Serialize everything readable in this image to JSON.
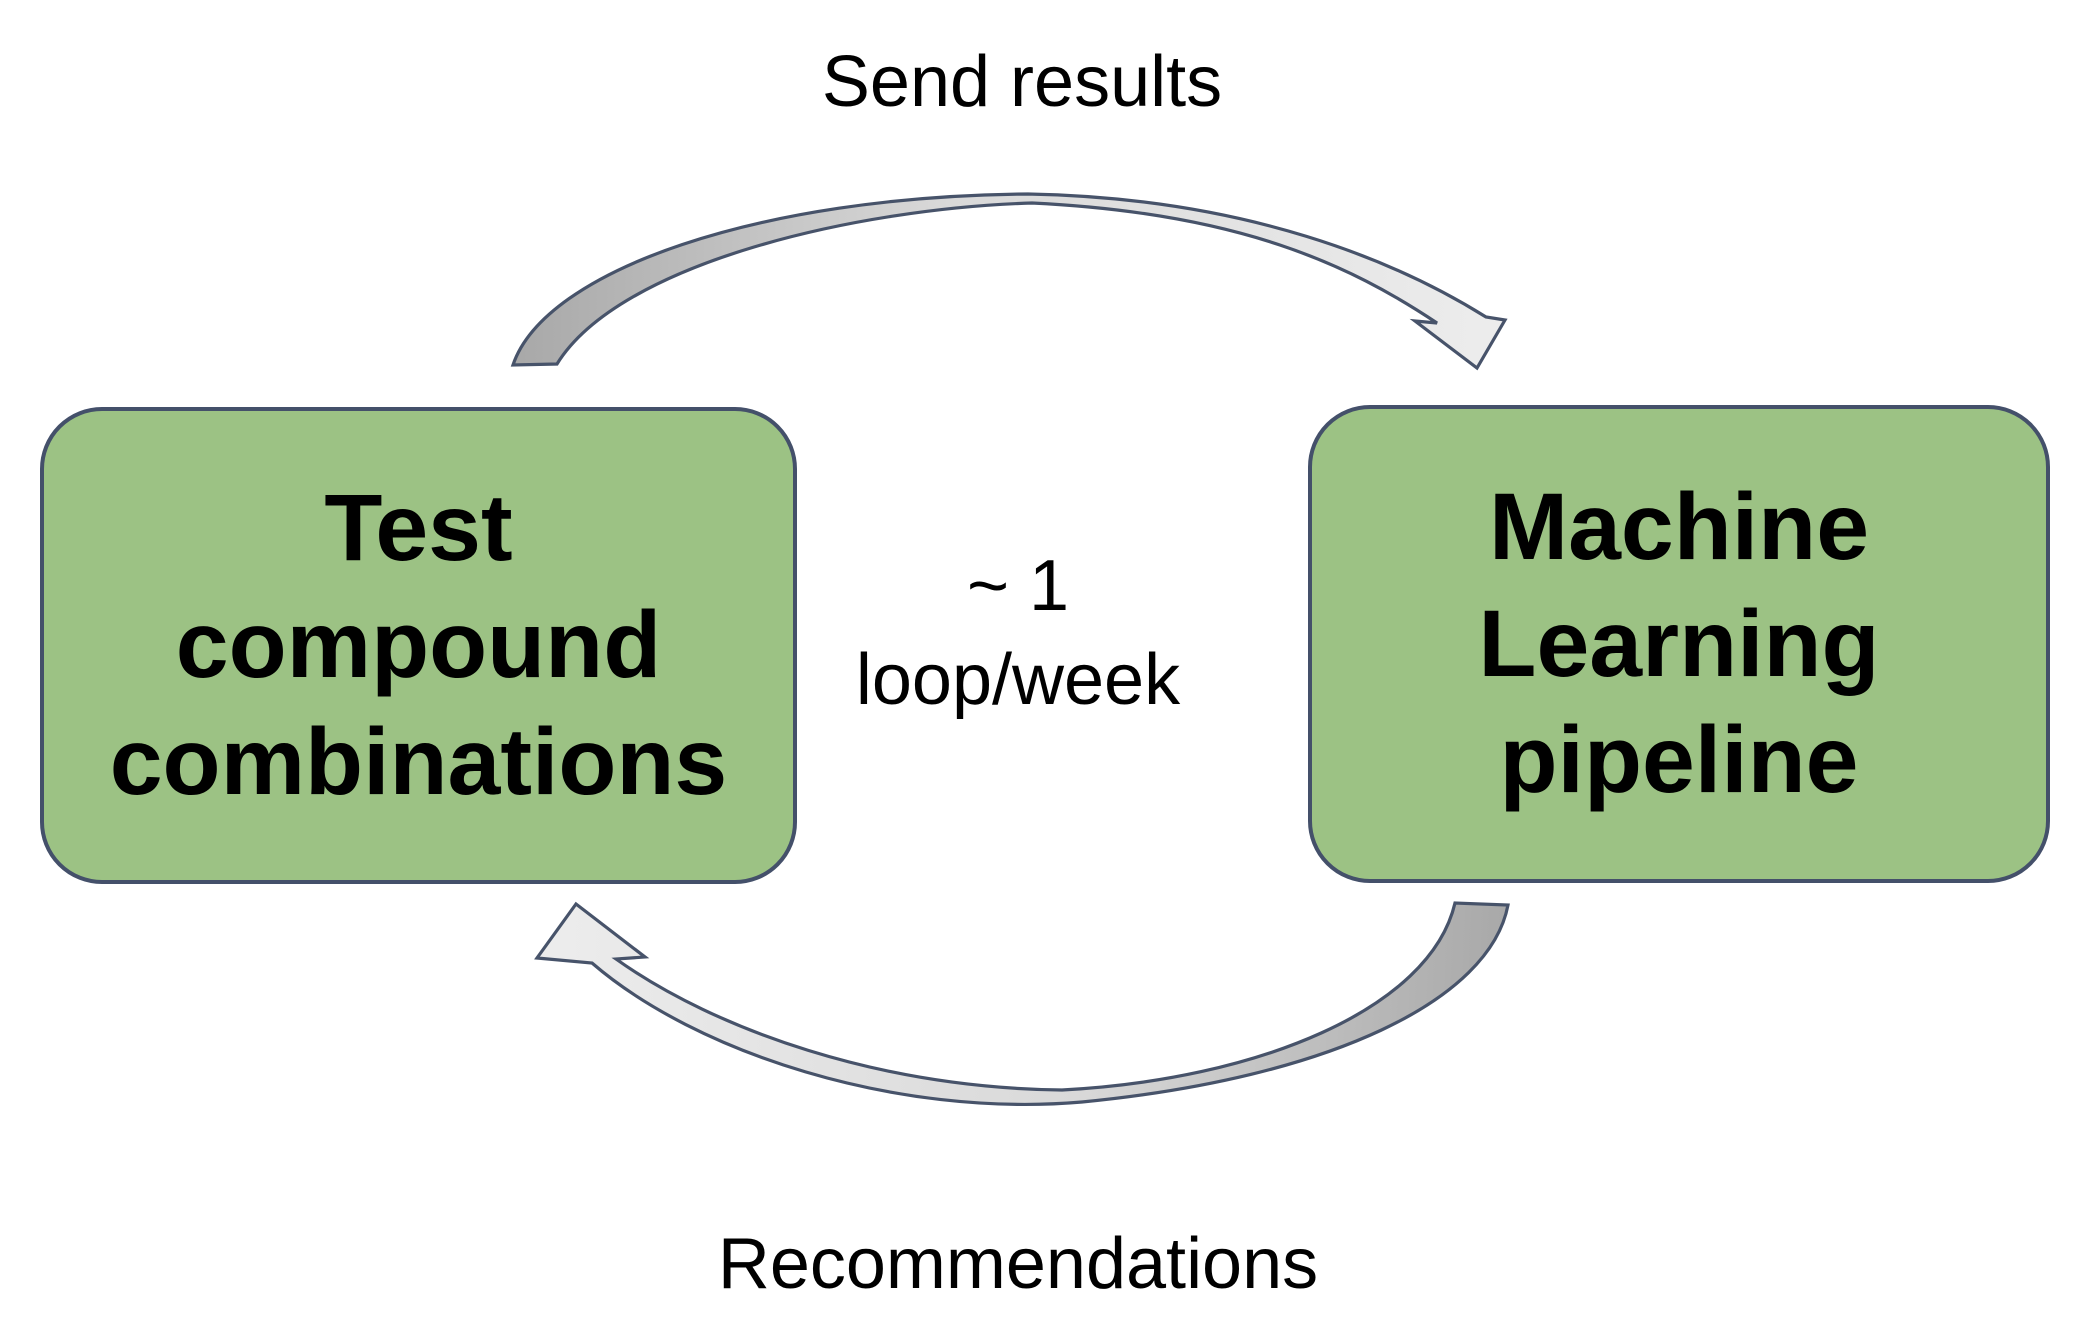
{
  "diagram": {
    "title_none": "",
    "top_flow_label": "Send results",
    "center_label": "~ 1\nloop/week",
    "bottom_flow_label": "Recommendations",
    "nodes": {
      "left": {
        "label": "Test\ncompound\ncombinations"
      },
      "right": {
        "label": "Machine\nLearning\npipeline"
      }
    },
    "arrows": [
      {
        "name": "send-results-arrow",
        "from": "left-node",
        "to": "right-node",
        "direction": "clockwise-top"
      },
      {
        "name": "recommendations-arrow",
        "from": "right-node",
        "to": "left-node",
        "direction": "clockwise-bottom"
      }
    ]
  },
  "colors": {
    "node-fill": "#9cc284",
    "node-border": "#44506a",
    "arrow-outline": "#47536a",
    "arrow-tail": "#a8a8a8",
    "arrow-mid": "#d9d9d9",
    "arrow-head": "#ececec",
    "text-color": "#000000",
    "bg": "#ffffff"
  }
}
